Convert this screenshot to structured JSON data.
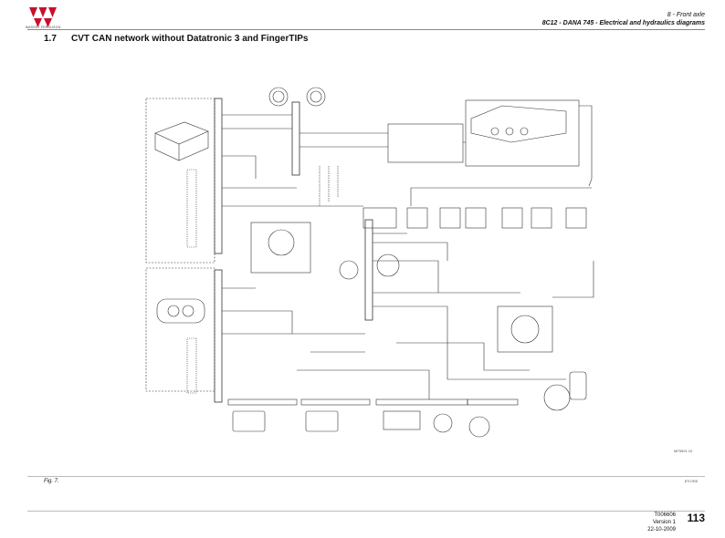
{
  "header": {
    "brand": "MASSEY FERGUSON",
    "section": "8 - Front axle",
    "subtitle": "8C12 - DANA 745 - Electrical and hydraulics diagrams"
  },
  "section": {
    "number": "1.7",
    "title": "CVT CAN network without Datatronic 3 and FingerTIPs"
  },
  "figure": {
    "label": "Fig. 7.",
    "code": "8TC905",
    "drawing_id": "MF5591 10"
  },
  "footer": {
    "doc_id": "T006606",
    "version": "Version 1",
    "date": "22-10-2009",
    "page": "113"
  },
  "colors": {
    "brand_red": "#c8102e",
    "line": "#333333"
  },
  "icons": {
    "logo": "massey-ferguson-triple-triangle-logo"
  }
}
